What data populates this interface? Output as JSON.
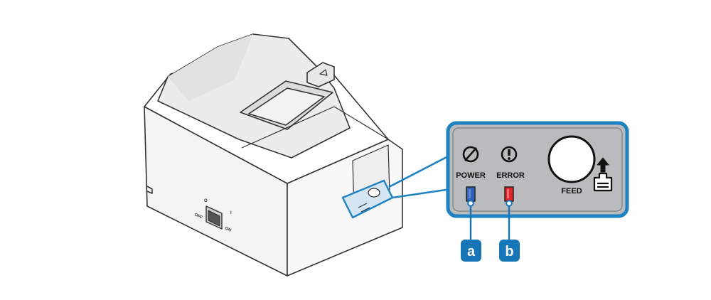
{
  "printer": {
    "switch_off_label": "OFF",
    "switch_on_label": "ON",
    "switch_off_symbol": "O",
    "switch_on_symbol": "I"
  },
  "panel": {
    "power_label": "POWER",
    "error_label": "ERROR",
    "feed_label": "FEED",
    "colors": {
      "border": "#1e82c2",
      "background": "#b9bbbd",
      "power_led": "#2f63b6",
      "error_led": "#e0262b",
      "callout_badge": "#1776b8"
    }
  },
  "callouts": {
    "a": "a",
    "b": "b"
  }
}
